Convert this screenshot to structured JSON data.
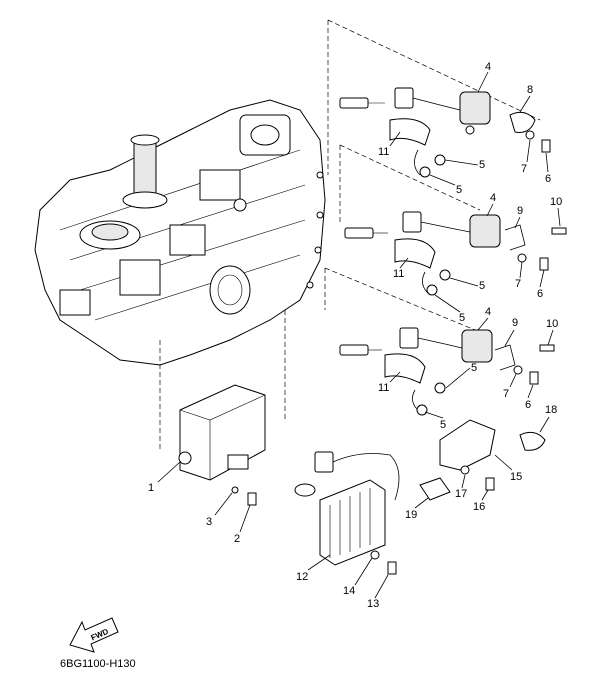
{
  "callouts": {
    "c4a": "4",
    "c8": "8",
    "c11a": "11",
    "c5a": "5",
    "c5b": "5",
    "c7a": "7",
    "c6a": "6",
    "c4b": "4",
    "c9a": "9",
    "c10a": "10",
    "c11b": "11",
    "c5c": "5",
    "c7b": "7",
    "c6b": "6",
    "c5d": "5",
    "c4c": "4",
    "c9b": "9",
    "c10b": "10",
    "c11c": "11",
    "c5e": "5",
    "c7c": "7",
    "c6c": "6",
    "c5f": "5",
    "c18": "18",
    "c15": "15",
    "c17": "17",
    "c16": "16",
    "c19": "19",
    "c1": "1",
    "c3": "3",
    "c2": "2",
    "c12": "12",
    "c14": "14",
    "c13": "13"
  },
  "fwd_label": "FWD",
  "diagram_code": "6BG1100-H130"
}
